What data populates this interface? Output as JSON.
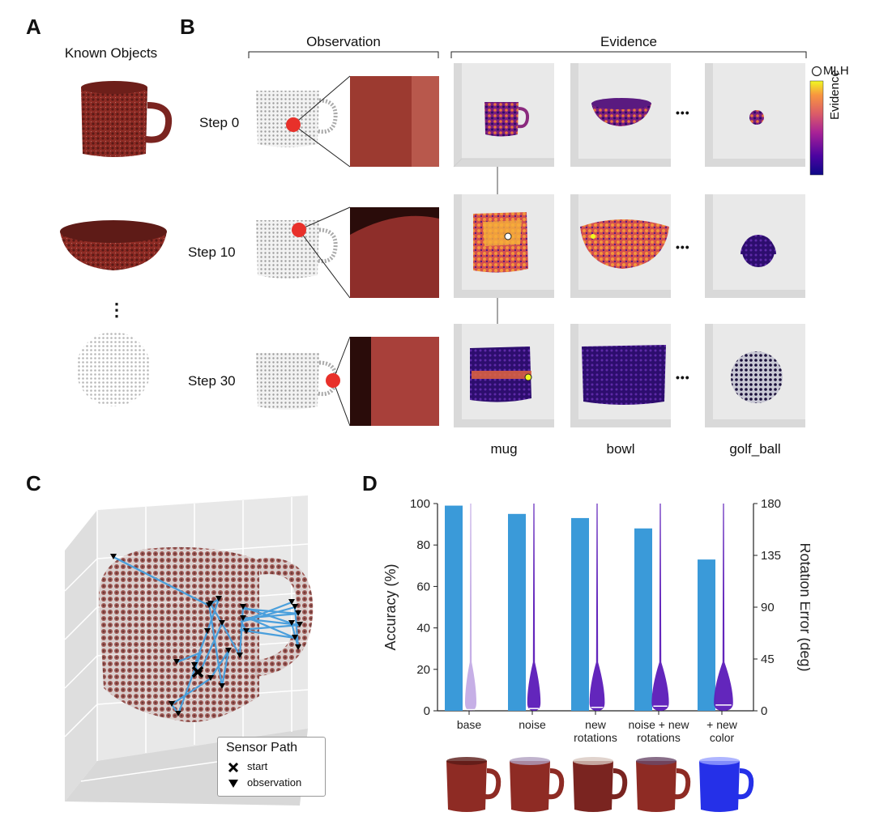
{
  "panels": {
    "a": {
      "letter": "A",
      "title": "Known Objects",
      "ellipsis": "⋮"
    },
    "b": {
      "letter": "B",
      "observation_header": "Observation",
      "evidence_header": "Evidence",
      "steps": [
        "Step 0",
        "Step 10",
        "Step 30"
      ],
      "objects": [
        "mug",
        "bowl",
        "golf_ball"
      ],
      "ellipsis": "•••",
      "legend_mlh": "MLH",
      "colorbar_label": "Evidence",
      "colormap": [
        "#0d0887",
        "#3b049a",
        "#7201a8",
        "#b12a90",
        "#e16462",
        "#fca636",
        "#f0f921"
      ]
    },
    "c": {
      "letter": "C",
      "legend_title": "Sensor Path",
      "legend_start": "start",
      "legend_observation": "observation",
      "path_color": "#4a9fdc"
    },
    "d": {
      "letter": "D"
    }
  },
  "chart_data": {
    "type": "bar",
    "categories": [
      "base",
      "noise",
      "new\nrotations",
      "noise + new\nrotations",
      "+ new\ncolor"
    ],
    "category_lines": [
      [
        "base"
      ],
      [
        "noise"
      ],
      [
        "new",
        "rotations"
      ],
      [
        "noise + new",
        "rotations"
      ],
      [
        "+ new",
        "color"
      ]
    ],
    "series": [
      {
        "values": [
          99,
          95,
          93,
          88,
          73
        ],
        "color": "#3a9ad9"
      }
    ],
    "secondary": {
      "type": "violin",
      "color": "#5b1ab8",
      "medians": [
        1,
        2,
        3,
        4,
        5
      ]
    },
    "ylabel": "Accuracy (%)",
    "ylim": [
      0,
      100
    ],
    "yticks": [
      0,
      20,
      40,
      60,
      80,
      100
    ],
    "y2label": "Rotation Error (deg)",
    "y2lim": [
      0,
      180
    ],
    "y2ticks": [
      0,
      45,
      90,
      135,
      180
    ]
  }
}
